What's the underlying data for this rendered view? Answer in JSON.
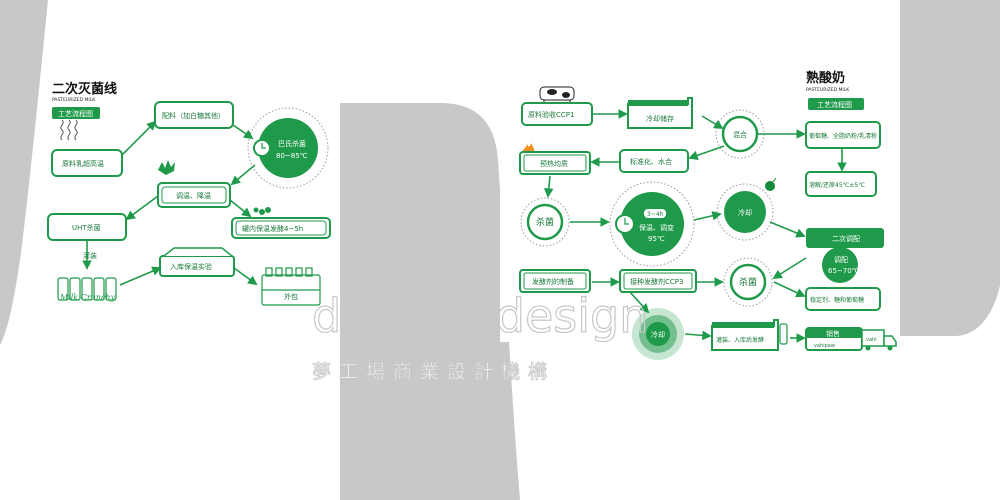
{
  "colors": {
    "brand_green": "#1f9a4a",
    "dark_green": "#138a3c",
    "panel_gray": "#c8c8c8",
    "background": "#ffffff"
  },
  "left": {
    "title": "二次灭菌线",
    "subtitle": "PASTEURIZED MILK",
    "badge": "工艺流程图",
    "steps": {
      "raw_milk": "原料乳超高温",
      "blend": "配料（加白糖其他）",
      "pasteurize": "巴氏杀菌",
      "pasteurize_temp": "80~85℃",
      "homogenize_cool": "调温、降温",
      "tank_ferment": "罐内保温发酵4~5h",
      "uht": "UHT杀菌",
      "fill": "灌装",
      "warehouse_test": "入库保温实验",
      "outer": "外包"
    },
    "bottle_script": "Milk Crunchy"
  },
  "right": {
    "title": "熟酸奶",
    "subtitle": "PASTEURIZED MILK",
    "badge": "工艺流程图",
    "steps": {
      "raw_check": "原料验收CCP1",
      "cold_store": "冷却储存",
      "mix": "混合",
      "sugar_mix": "葡萄糖、全脂奶粉/乳清粉",
      "preheat": "预热均质",
      "standard": "标准化、水合",
      "dissolve": "溶解/还原45℃±5℃",
      "sterilize1": "杀菌",
      "ferment_time": "3~4h",
      "ferment_label": "保温、调变",
      "ferment_temp": "95℃",
      "cool1": "冷却",
      "second_mix": "二次调配",
      "second_mix_sub": "调配",
      "second_mix_temp": "65~70℃",
      "starter": "发酵剂的制备",
      "inoculate": "接种发酵剂CCP3",
      "sterilize2": "杀菌",
      "additives": "稳定剂、糖和葡萄糖",
      "cool2": "冷却",
      "fill_store": "灌装、入库后发酵",
      "sales": "销售",
      "truck_brand": "vahi",
      "truck_brand2": "vahipaw"
    }
  },
  "watermark": {
    "latin": "dream▲design",
    "chinese": "夢工場商業設計機構"
  }
}
